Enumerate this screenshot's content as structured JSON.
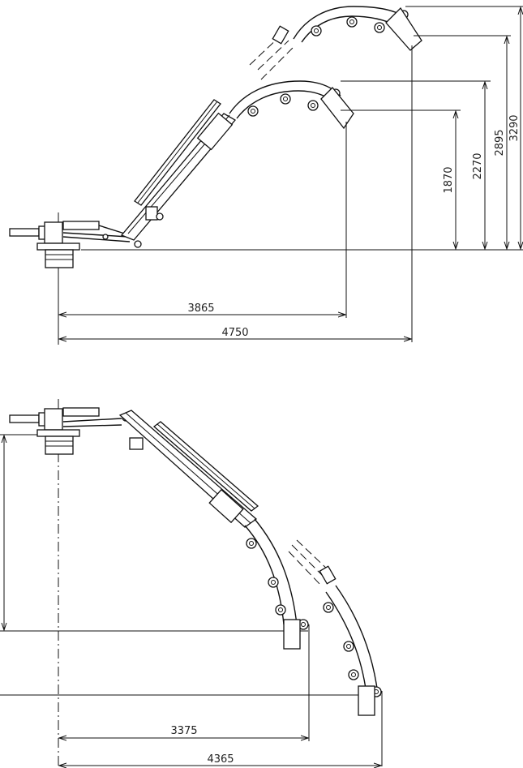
{
  "top_view": {
    "dimensions": {
      "horizontal_inner": "3865",
      "horizontal_outer": "4750",
      "vertical_1": "1870",
      "vertical_2": "2270",
      "vertical_3": "2895",
      "vertical_4": "3290"
    }
  },
  "bottom_view": {
    "dimensions": {
      "horizontal_inner": "3375",
      "horizontal_outer": "4365"
    }
  }
}
